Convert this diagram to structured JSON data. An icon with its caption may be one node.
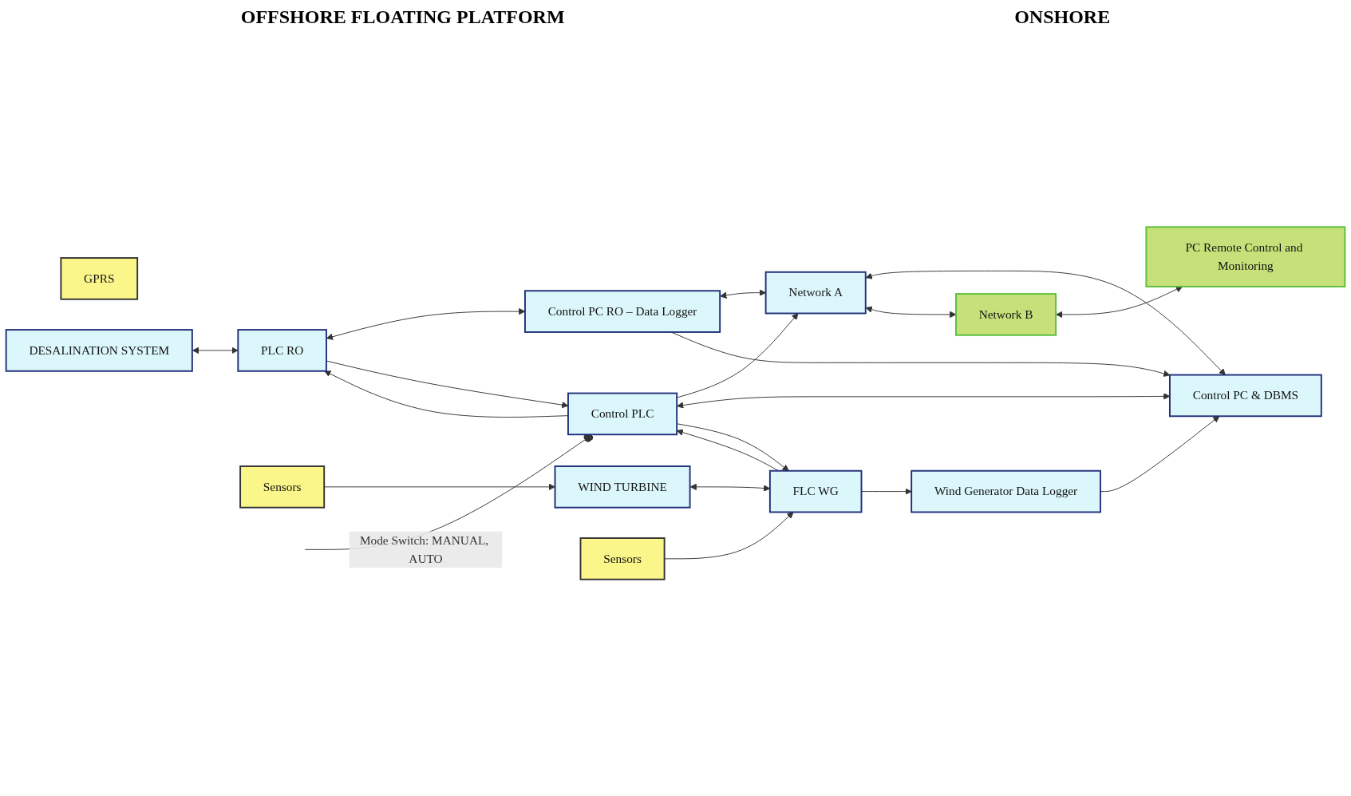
{
  "diagram": {
    "nodes": [
      {
        "text": [
          "GPRS"
        ]
      },
      {
        "text": [
          "Network A"
        ]
      },
      {
        "text": [
          "Network B"
        ]
      },
      {
        "text": [
          "Control PC RO – Data Logger"
        ]
      },
      {
        "text": [
          "DESALINATION SYSTEM"
        ]
      },
      {
        "text": [
          "PLC RO"
        ]
      },
      {
        "text": [
          "Control PLC"
        ]
      },
      {
        "text": [
          "Control PC & DBMS"
        ]
      },
      {
        "text": [
          "PC Remote Control and Monitoring"
        ]
      },
      {
        "text": [
          "WIND TURBINE"
        ]
      },
      {
        "text": [
          "FLC WG"
        ]
      },
      {
        "text": [
          "Wind Generator Data Logger"
        ]
      },
      {
        "text": [
          "Sensors"
        ]
      },
      {
        "text": [
          "Sensors"
        ]
      }
    ],
    "edges": [
      {
        "from": 4,
        "to": 5,
        "arrow": "both"
      },
      {
        "from": 5,
        "to": 3,
        "arrow": "both"
      },
      {
        "from": 3,
        "to": 1,
        "arrow": "both"
      },
      {
        "from": 3,
        "to": 7,
        "arrow": "to"
      },
      {
        "from": 5,
        "to": 6,
        "arrow": "to"
      },
      {
        "from": 6,
        "to": 5,
        "arrow": "to"
      },
      {
        "from": 6,
        "to": 1,
        "arrow": "to"
      },
      {
        "from": 1,
        "to": 7,
        "arrow": "both"
      },
      {
        "from": 6,
        "to": 7,
        "arrow": "both"
      },
      {
        "from": null,
        "to": 6,
        "arrow": "other",
        "label": "Mode Switch: MANUAL, AUTO"
      },
      {
        "from": 6,
        "to": 10,
        "arrow": "to"
      },
      {
        "from": 10,
        "to": 6,
        "arrow": "to"
      },
      {
        "from": 10,
        "to": 11,
        "arrow": "to"
      },
      {
        "from": 11,
        "to": 7,
        "arrow": "to"
      },
      {
        "from": 9,
        "to": 10,
        "arrow": "both"
      },
      {
        "from": 13,
        "to": 9,
        "arrow": "to"
      },
      {
        "from": 12,
        "to": 10,
        "arrow": "to"
      },
      {
        "from": 1,
        "to": 2,
        "arrow": "both"
      },
      {
        "from": 2,
        "to": 8,
        "arrow": "both"
      }
    ],
    "labels": [
      "OFFSHORE FLOATING PLATFORM",
      "ONSHORE"
    ]
  }
}
